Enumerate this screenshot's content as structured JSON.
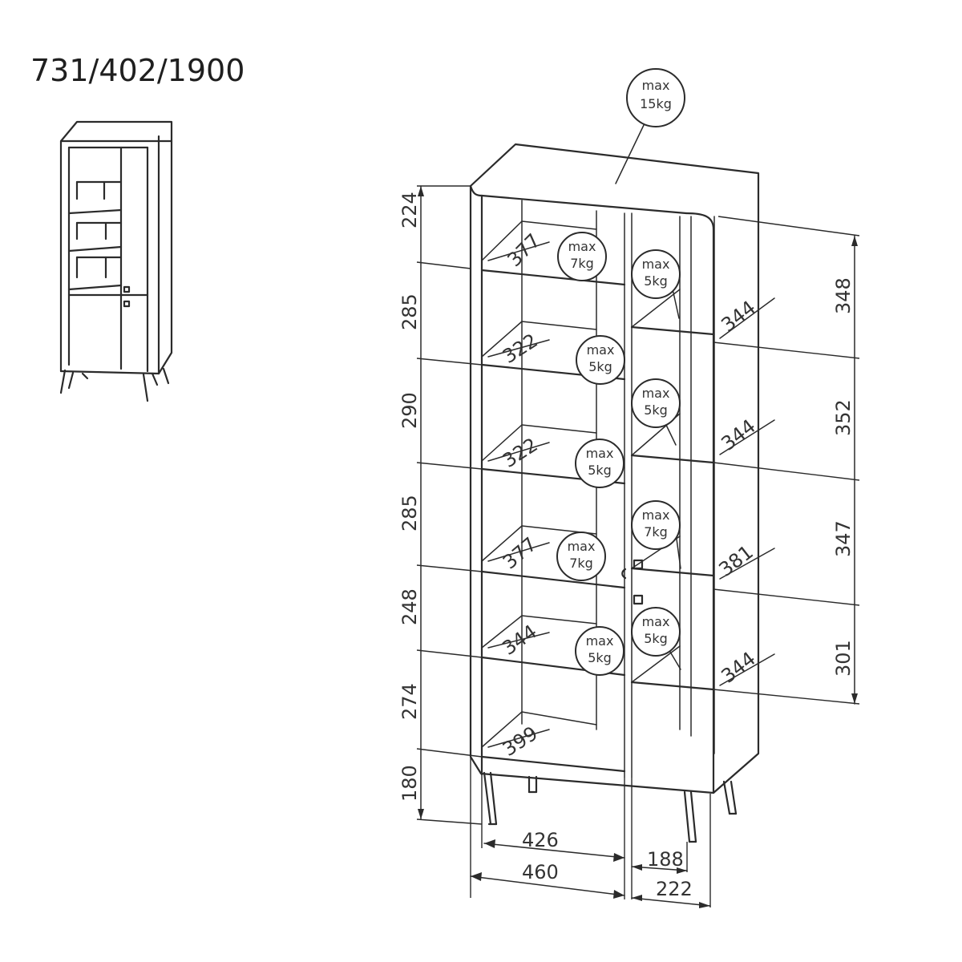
{
  "title": "731/402/1900",
  "colors": {
    "line": "#2b2b2b",
    "text": "#333333",
    "background": "#ffffff"
  },
  "left_heights": [
    "224",
    "285",
    "290",
    "285",
    "248",
    "274",
    "180"
  ],
  "right_heights": [
    "348",
    "352",
    "347",
    "301"
  ],
  "left_depths": [
    "377",
    "322",
    "322",
    "377",
    "344",
    "399"
  ],
  "right_depths": [
    "344",
    "344",
    "381",
    "344"
  ],
  "bottom_widths": {
    "left_inner": "426",
    "left_outer": "460",
    "right_inner": "188",
    "right_outer": "222"
  },
  "load_badges": {
    "top": [
      "max",
      "15kg"
    ],
    "left": [
      [
        "max",
        "7kg"
      ],
      [
        "max",
        "5kg"
      ],
      [
        "max",
        "5kg"
      ],
      [
        "max",
        "7kg"
      ],
      [
        "max",
        "5kg"
      ]
    ],
    "right": [
      [
        "max",
        "5kg"
      ],
      [
        "max",
        "5kg"
      ],
      [
        "max",
        "7kg"
      ],
      [
        "max",
        "5kg"
      ]
    ]
  }
}
